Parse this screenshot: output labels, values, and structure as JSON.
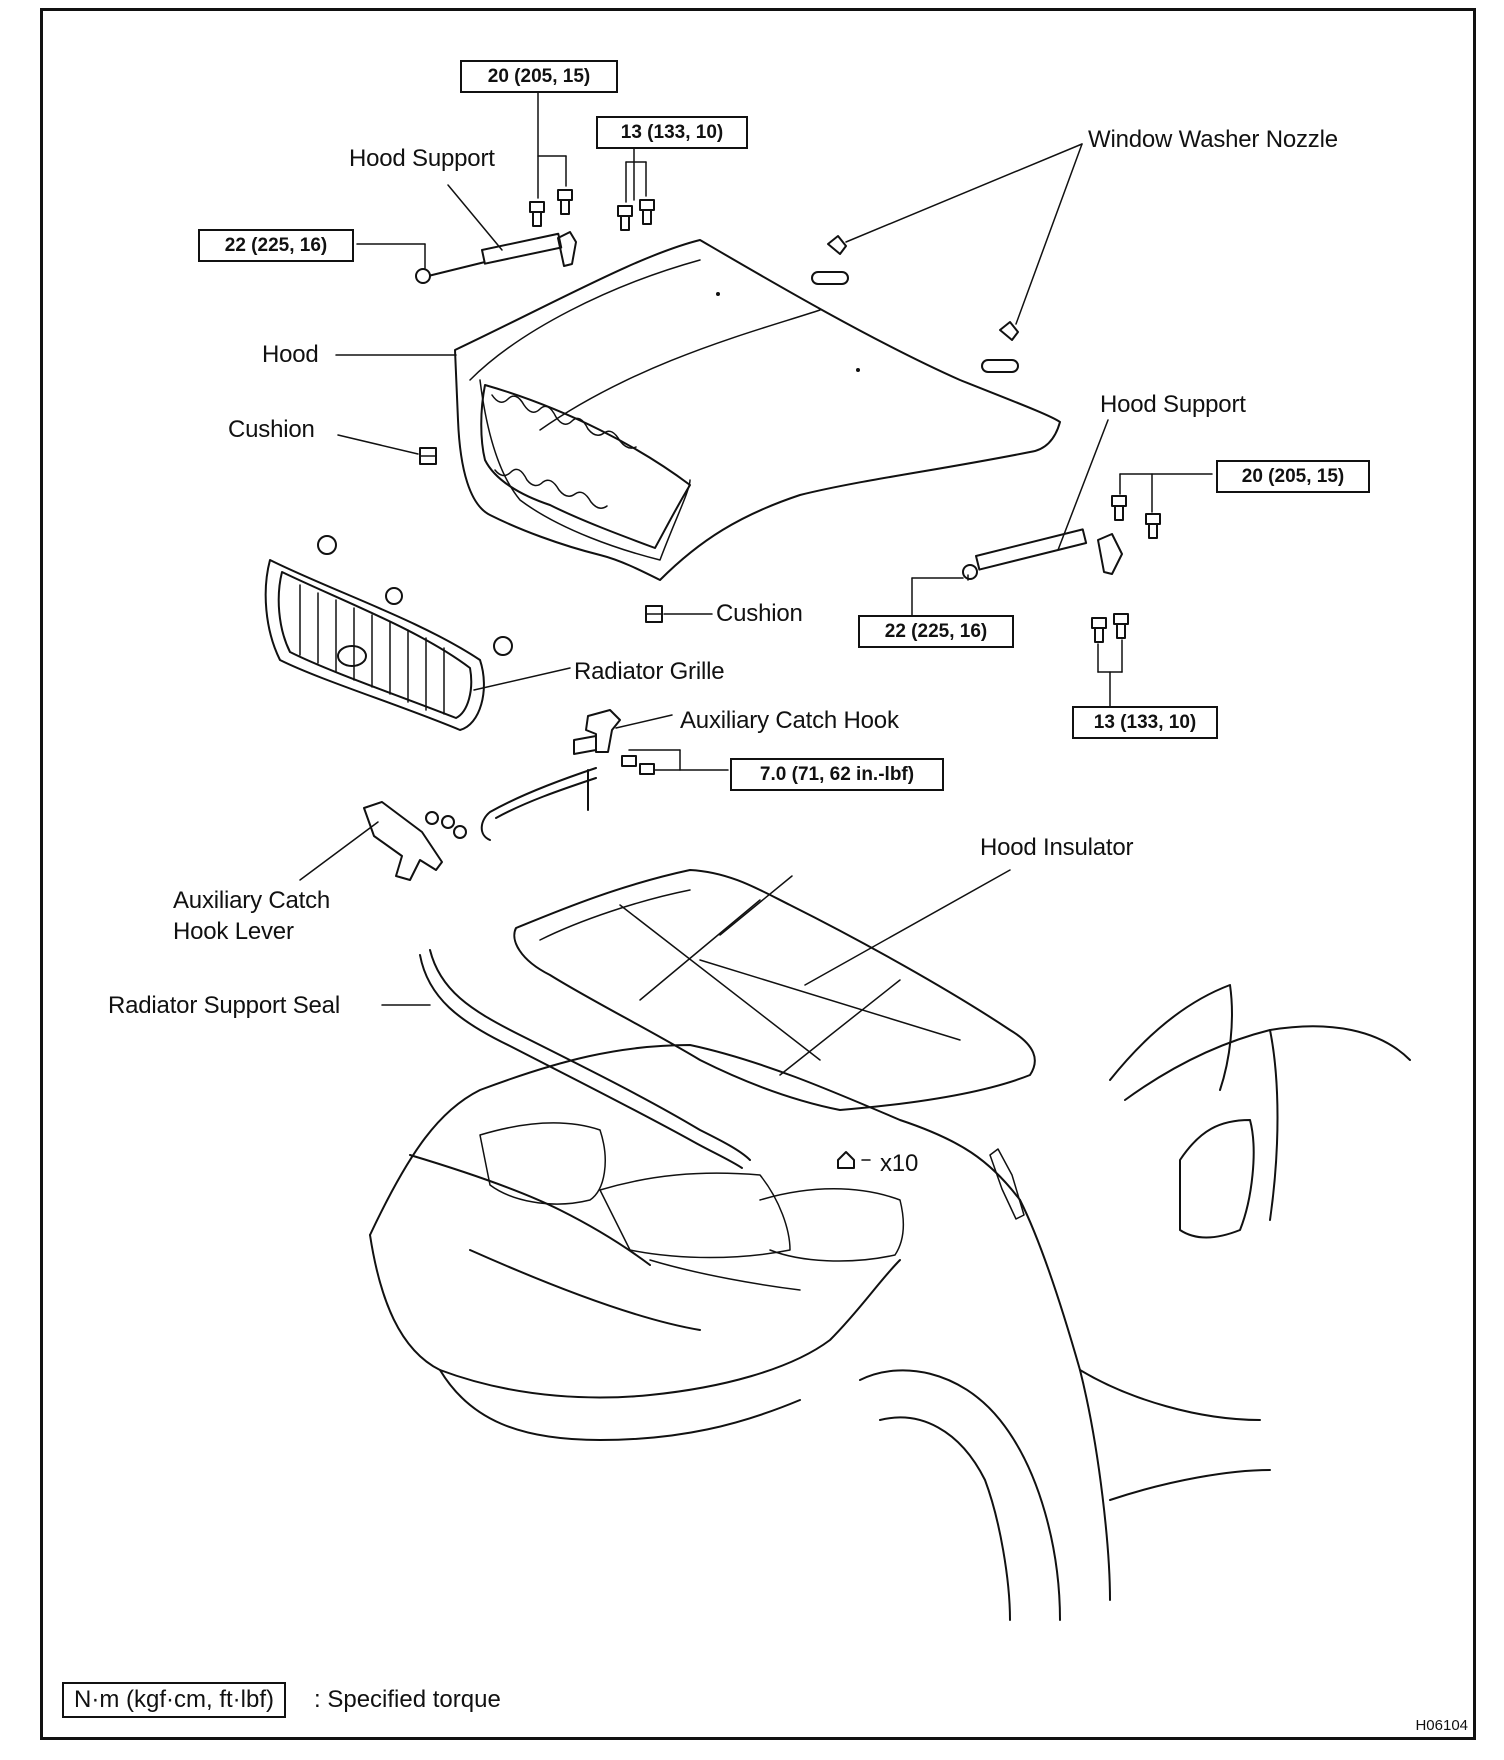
{
  "labels": {
    "hood_support_top": "Hood Support",
    "hood_support_right": "Hood Support",
    "window_washer_nozzle": "Window Washer Nozzle",
    "hood": "Hood",
    "cushion_left": "Cushion",
    "cushion_bottom": "Cushion",
    "radiator_grille": "Radiator Grille",
    "auxiliary_catch_hook": "Auxiliary Catch Hook",
    "auxiliary_catch_hook_lever_line1": "Auxiliary Catch",
    "auxiliary_catch_hook_lever_line2": "Hook Lever",
    "hood_insulator": "Hood Insulator",
    "radiator_support_seal": "Radiator Support Seal",
    "clip_count": "x10"
  },
  "torques": {
    "top_support_bolt": "20 (205, 15)",
    "top_hinge_bolt": "13 (133, 10)",
    "left_support_end": "22 (225, 16)",
    "right_support_bolt": "20 (205, 15)",
    "right_support_end": "22 (225, 16)",
    "right_hinge_bolt": "13 (133, 10)",
    "catch_hook_bolt": "7.0 (71, 62 in.-lbf)"
  },
  "legend": {
    "unit_box": "N·m (kgf·cm, ft·lbf)",
    "description": ": Specified torque"
  },
  "figure_code": "H06104"
}
